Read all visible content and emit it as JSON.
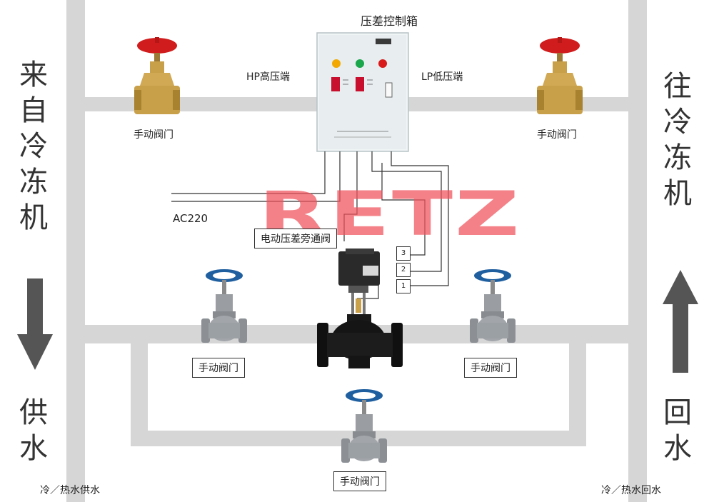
{
  "title": "压差控制箱",
  "left_side": {
    "chars": [
      "来",
      "自",
      "冷",
      "冻",
      "机"
    ],
    "bottom_chars": [
      "供",
      "水"
    ],
    "footer": "冷／热水供水"
  },
  "right_side": {
    "chars": [
      "往",
      "冷",
      "冻",
      "机"
    ],
    "bottom_chars": [
      "回",
      "水"
    ],
    "footer": "冷／热水回水"
  },
  "control_box": {
    "hp_label": "HP高压端",
    "lp_label": "LP低压端"
  },
  "power_label": "AC220",
  "bypass_valve_label": "电动压差旁通阀",
  "manual_valve_label": "手动阀门",
  "terminals": [
    "3",
    "2",
    "1"
  ],
  "watermark": "RETZ",
  "colors": {
    "pipe": "#d6d6d6",
    "watermark": "#f0505a",
    "brass": "#c8a04a",
    "handwheel_red": "#d01c1c",
    "handwheel_blue": "#1f5f9f"
  }
}
